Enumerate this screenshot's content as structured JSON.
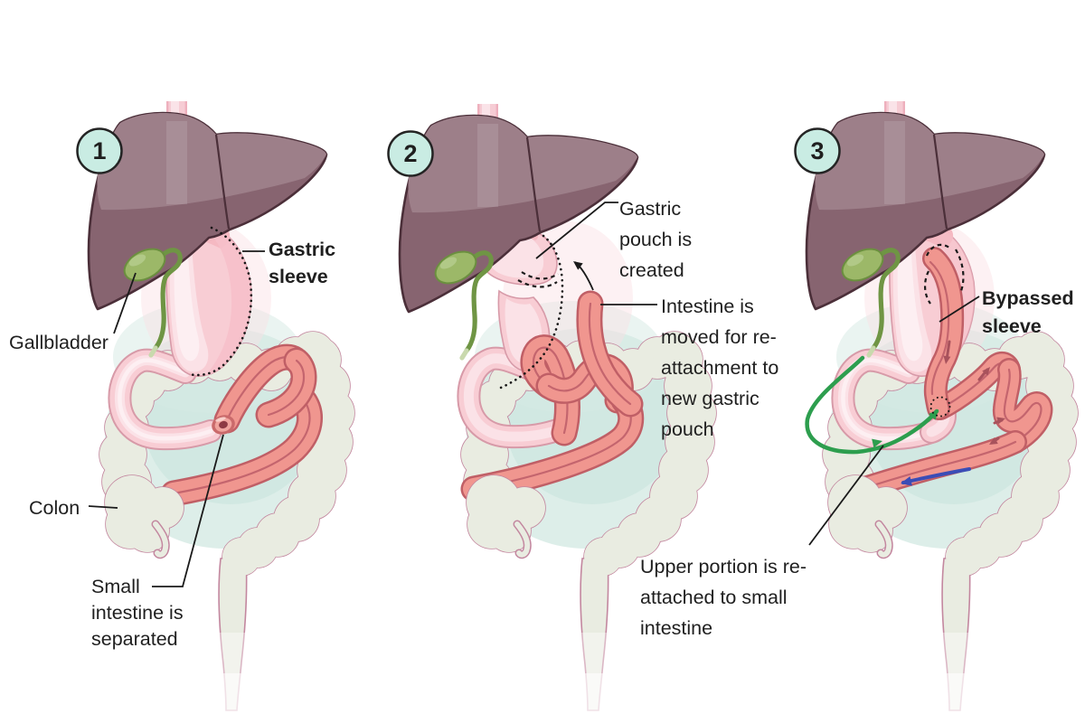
{
  "figure": {
    "subject": "Gastric bypass surgery steps",
    "step_count": 3
  },
  "colors": {
    "ink": "#1f1f1f",
    "leader": "#1a1a1a",
    "badge": "#c9ece3",
    "liver_base": "#876470",
    "liver_light": "#9d7f89",
    "liver_outline": "#4b2f39",
    "gb_green": "#9cb868",
    "gb_dark": "#6b8f3f",
    "gb_duct": "#6f9544",
    "gb_tip": "#c9d9ad",
    "stomach_pink": "#f8cdd4",
    "stomach_pale": "#fbe2e7",
    "stomach_core": "#fdeff2",
    "stomach_deep": "#f5b9c2",
    "stomach_line": "#d79aa8",
    "esoph": "#f6ccd4",
    "esoph_pale": "#fae3e8",
    "esoph_edge": "#eeb0bd",
    "intestine": "#f0968f",
    "intestine_dark": "#c05f66",
    "intestine_crease": "#c4656e",
    "lumen": "#8e3a44",
    "colon_fill": "#e9ece1",
    "colon_line": "#c3879f",
    "mint": "#d5eae4",
    "mint2": "#c7e4dc",
    "pinkglow": "#fadfe4",
    "green": "#2d9e4e",
    "blue": "#3b4db6",
    "red_arrow": "#a8525c"
  },
  "panels": [
    {
      "step": "1",
      "labels": {
        "sleeve": "Gastric sleeve",
        "gallbladder": "Gallbladder",
        "colon": "Colon",
        "separated": "Small intestine is separated"
      }
    },
    {
      "step": "2",
      "labels": {
        "pouch": "Gastric pouch is created",
        "moved": "Intestine is moved for re-attachment to new gastric pouch"
      }
    },
    {
      "step": "3",
      "labels": {
        "bypassed": "Bypassed sleeve",
        "reattached": "Upper portion is re-attached to small intestine"
      }
    }
  ]
}
